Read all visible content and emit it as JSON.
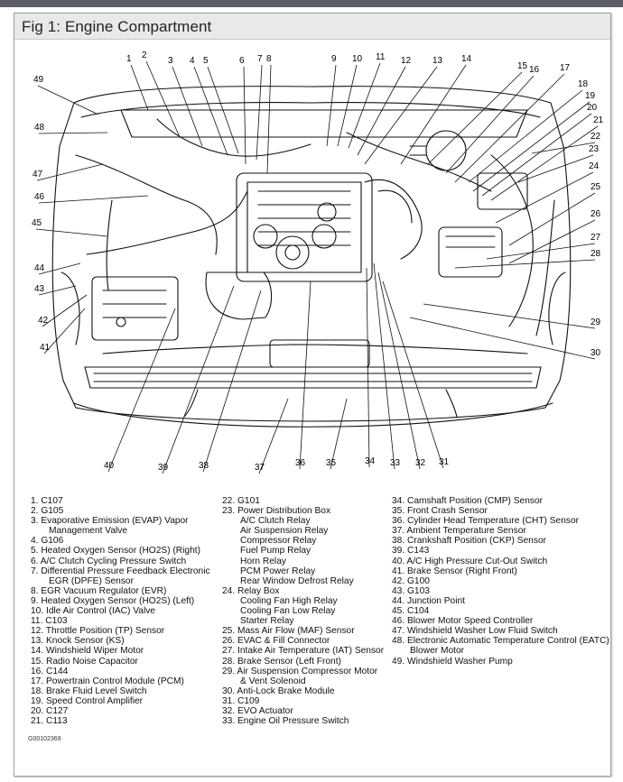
{
  "figure": {
    "title": "Fig 1: Engine Compartment",
    "image_code": "G00102369"
  },
  "callout_numbers": [
    "1",
    "2",
    "3",
    "4",
    "5",
    "6",
    "7",
    "8",
    "9",
    "10",
    "11",
    "12",
    "13",
    "14",
    "15",
    "16",
    "17",
    "18",
    "19",
    "20",
    "21",
    "22",
    "23",
    "24",
    "25",
    "26",
    "27",
    "28",
    "29",
    "30",
    "31",
    "32",
    "33",
    "34",
    "35",
    "36",
    "37",
    "38",
    "39",
    "40",
    "41",
    "42",
    "43",
    "44",
    "45",
    "46",
    "47",
    "48",
    "49"
  ],
  "legend": {
    "col1": [
      {
        "text": "1. C107"
      },
      {
        "text": "2. G105"
      },
      {
        "text": "3. Evaporative Emission (EVAP) Vapor"
      },
      {
        "text": "Management Valve",
        "indent": true
      },
      {
        "text": "4. G106"
      },
      {
        "text": "5. Heated Oxygen Sensor (HO2S) (Right)"
      },
      {
        "text": "6. A/C Clutch Cycling Pressure Switch"
      },
      {
        "text": "7. Differential Pressure Feedback Electronic"
      },
      {
        "text": "EGR (DPFE) Sensor",
        "indent": true
      },
      {
        "text": "8. EGR Vacuum Regulator (EVR)"
      },
      {
        "text": "9. Heated Oxygen Sensor (HO2S) (Left)"
      },
      {
        "text": "10. Idle Air Control (IAC) Valve"
      },
      {
        "text": "11. C103"
      },
      {
        "text": "12. Throttle Position (TP) Sensor"
      },
      {
        "text": "13. Knock Sensor (KS)"
      },
      {
        "text": "14. Windshield Wiper Motor"
      },
      {
        "text": "15. Radio Noise Capacitor"
      },
      {
        "text": "16. C144"
      },
      {
        "text": "17. Powertrain Control Module (PCM)"
      },
      {
        "text": "18. Brake Fluid Level Switch"
      },
      {
        "text": "19. Speed Control Amplifier"
      },
      {
        "text": "20. C127"
      },
      {
        "text": "21. C113"
      }
    ],
    "col2": [
      {
        "text": "22. G101"
      },
      {
        "text": "23. Power Distribution Box"
      },
      {
        "text": "A/C Clutch Relay",
        "indent": true
      },
      {
        "text": "Air Suspension Relay",
        "indent": true
      },
      {
        "text": "Compressor Relay",
        "indent": true
      },
      {
        "text": "Fuel Pump Relay",
        "indent": true
      },
      {
        "text": "Horn Relay",
        "indent": true
      },
      {
        "text": "PCM Power Relay",
        "indent": true
      },
      {
        "text": "Rear Window Defrost Relay",
        "indent": true
      },
      {
        "text": "24. Relay Box"
      },
      {
        "text": "Cooling Fan High Relay",
        "indent": true
      },
      {
        "text": "Cooling Fan Low Relay",
        "indent": true
      },
      {
        "text": "Starter Relay",
        "indent": true
      },
      {
        "text": "25. Mass Air Flow (MAF) Sensor"
      },
      {
        "text": "26. EVAC & Fill Connector"
      },
      {
        "text": "27. Intake Air Temperature (IAT) Sensor"
      },
      {
        "text": "28. Brake Sensor (Left Front)"
      },
      {
        "text": "29. Air Suspension Compressor Motor"
      },
      {
        "text": "& Vent Solenoid",
        "indent": true
      },
      {
        "text": "30. Anti-Lock Brake Module"
      },
      {
        "text": "31. C109"
      },
      {
        "text": "32. EVO Actuator"
      },
      {
        "text": "33. Engine Oil Pressure Switch"
      }
    ],
    "col3": [
      {
        "text": "34. Camshaft Position (CMP) Sensor"
      },
      {
        "text": "35. Front Crash Sensor"
      },
      {
        "text": "36. Cylinder Head Temperature (CHT) Sensor"
      },
      {
        "text": "37. Ambient Temperature Sensor"
      },
      {
        "text": "38. Crankshaft Position (CKP) Sensor"
      },
      {
        "text": "39. C143"
      },
      {
        "text": "40. A/C High Pressure Cut-Out Switch"
      },
      {
        "text": "41. Brake Sensor (Right Front)"
      },
      {
        "text": "42. G100"
      },
      {
        "text": "43. G103"
      },
      {
        "text": "44. Junction Point"
      },
      {
        "text": "45. C104"
      },
      {
        "text": "46. Blower Motor Speed Controller"
      },
      {
        "text": "47. Windshield Washer Low Fluid Switch"
      },
      {
        "text": "48. Electronic Automatic Temperature Control (EATC)"
      },
      {
        "text": "Blower Motor",
        "indent": true
      },
      {
        "text": "49. Windshield Washer Pump"
      }
    ]
  }
}
